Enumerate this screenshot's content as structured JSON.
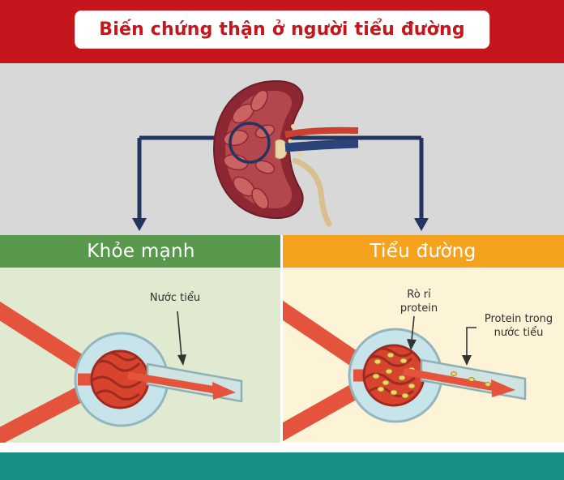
{
  "title": "Biến chứng thận ở người tiểu đường",
  "panels": {
    "healthy": {
      "header": "Khỏe mạnh",
      "urine_label": "Nước tiểu"
    },
    "diabetes": {
      "header": "Tiểu đường",
      "protein_leak_label": "Rò rỉ protein",
      "protein_urine_label": "Protein trong nước tiểu"
    }
  },
  "colors": {
    "banner_red": "#c4161c",
    "title_text_red": "#c4161c",
    "background_gray": "#d8d8d8",
    "arrow_navy": "#23355e",
    "healthy_header_green": "#58994d",
    "healthy_body_green": "#dfead0",
    "diabetes_header_orange": "#f5a31f",
    "diabetes_body_cream": "#fdf3d6",
    "footer_teal": "#189184",
    "vessel_red": "#e4533b",
    "glomerulus_red": "#d8432e",
    "capsule_blue": "#c7e4ea",
    "protein_yellow": "#f3d664"
  }
}
